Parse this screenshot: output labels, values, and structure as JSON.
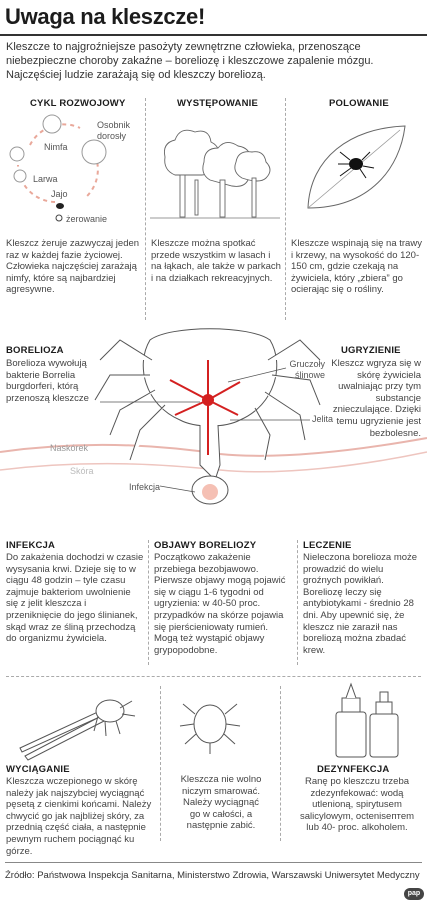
{
  "title": "Uwaga na kleszcze!",
  "intro": "Kleszcze to najgroźniejsze pasożyty zewnętrzne człowieka, przenoszące niebezpieczne choroby zakaźne – boreliozę i kleszczowe zapalenie mózgu. Najczęściej ludzie zarażają się od kleszczy boreliozą.",
  "cycle": {
    "header": "CYKL ROZWOJOWY",
    "stages": {
      "adult": "Osobnik dorosły",
      "nymph": "Nimfa",
      "larva": "Larwa",
      "egg": "Jajo",
      "feeding": "żerowanie"
    },
    "text": "Kleszcz żeruje zazwyczaj jeden raz w każdej fazie życiowej. Człowieka najczęściej zarażają nimfy, które są najbardziej agresywne."
  },
  "occurrence": {
    "header": "WYSTĘPOWANIE",
    "text": "Kleszcze można spotkać przede wszystkim w lasach i na łąkach, ale także w parkach i na działkach rekreacyjnych."
  },
  "hunting": {
    "header": "POLOWANIE",
    "text": "Kleszcze wspinają się na trawy i krzewy, na wysokość do 120-150 cm, gdzie czekają na żywiciela, który „zbiera” go ocierając się o rośliny."
  },
  "borelioza": {
    "header": "BORELIOZA",
    "text": "Borelioza wywołują bakterie Borrelia burgdorferi, którą przenoszą kleszcze"
  },
  "bite": {
    "header": "UGRYZIENIE",
    "text": "Kleszcz wgryza się w skórę żywiciela uwalniając przy tym substancje znieczulające. Dzięki temu ugryzienie jest bezbolesne."
  },
  "anatomy": {
    "glands": "Gruczoły ślinowe",
    "intestine": "Jelita",
    "epidermis": "Naskórek",
    "skin": "Skóra",
    "infection": "Infekcja"
  },
  "infection": {
    "header": "INFEKCJA",
    "text": "Do zakażenia dochodzi w czasie wysysania krwi. Dzieje się to w ciągu 48 godzin – tyle czasu zajmuje bakteriom uwolnienie się z jelit kleszcza i przeniknięcie do jego ślinianek, skąd wraz ze śliną przechodzą do organizmu żywiciela."
  },
  "symptoms": {
    "header": "OBJAWY BORELIOZY",
    "text": "Początkowo zakażenie przebiega bezobjawowo. Pierwsze objawy mogą pojawić się w ciągu 1-6 tygodni od ugryzienia: w 40-50 proc. przypadków na skórze pojawia się pierścieniowaty rumień. Mogą też wystąpić objawy grypopodobne."
  },
  "treatment": {
    "header": "LECZENIE",
    "text": "Nieleczona borelioza może prowadzić do wielu groźnych powikłań. Boreliozę leczy się antybiotykami - średnio 28 dni. Aby upewnić się, że kleszcz nie zaraził nas boreliozą można zbadać krew."
  },
  "removal": {
    "header": "WYCIĄGANIE",
    "text": "Kleszcza wczepionego w skórę należy jak najszybciej wyciągnąć pęsetą z cienkimi końcami. Należy chwycić go jak najbliżej skóry, za przednią część ciała, a następnie pewnym ruchem pociągnąć ku górze."
  },
  "noGrease": {
    "text": "Kleszcza nie wolno niczym smarować. Należy wyciągnąć go w całości, a następnie zabić."
  },
  "disinfection": {
    "header": "DEZYNFEKCJA",
    "text": "Ranę po kleszczu trzeba zdezynfekować: wodą utlenioną, spirytusem salicylowym, octenisептem lub 40- proc. alkoholem."
  },
  "source": "Źródło: Państwowa Inspekcja Sanitarna, Ministerstwo Zdrowia, Warszawski Uniwersytet Medyczny",
  "logo": "pap",
  "colors": {
    "accent": "#d42020",
    "text": "#2b2b2b",
    "line": "#aaaaaa"
  }
}
